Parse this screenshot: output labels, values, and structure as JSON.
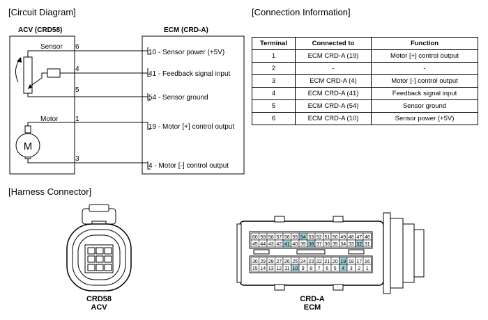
{
  "circuit": {
    "heading": "[Circuit Diagram]",
    "acv_title": "ACV (CRD58)",
    "ecm_title": "ECM (CRD-A)",
    "sensor_label": "Sensor",
    "motor_label": "Motor",
    "motor_symbol": "M",
    "acv_pins": [
      "6",
      "4",
      "5",
      "1",
      "3"
    ],
    "ecm_pins": [
      {
        "num": "10",
        "text": " - Sensor power (+5V)"
      },
      {
        "num": "41",
        "text": " - Feedback signal input"
      },
      {
        "num": "54",
        "text": " - Sensor ground"
      },
      {
        "num": "19",
        "text": " - Motor [+] control output"
      },
      {
        "num": "4",
        "text": " - Motor [-] control output"
      }
    ]
  },
  "connection": {
    "heading": "[Connection Information]",
    "headers": [
      "Terminal",
      "Connected to",
      "Function"
    ],
    "rows": [
      [
        "1",
        "ECM CRD-A (19)",
        "Motor [+] control output"
      ],
      [
        "2",
        "-",
        "-"
      ],
      [
        "3",
        "ECM CRD-A (4)",
        "Motor [-] control output"
      ],
      [
        "4",
        "ECM CRD-A (41)",
        "Feedback signal input"
      ],
      [
        "5",
        "ECM CRD-A (54)",
        "Sensor ground"
      ],
      [
        "6",
        "ECM CRD-A (10)",
        "Sensor power (+5V)"
      ]
    ]
  },
  "harness": {
    "heading": "[Harness Connector]",
    "left_caption_1": "CRD58",
    "left_caption_2": "ACV",
    "right_caption_1": "CRD-A",
    "right_caption_2": "ECM",
    "highlight_color": "#9fd0d4",
    "ecm_row1": [
      "60",
      "59",
      "58",
      "57",
      "56",
      "55",
      "54",
      "53",
      "52",
      "51",
      "50",
      "49",
      "48",
      "47",
      "46"
    ],
    "ecm_row2": [
      "45",
      "44",
      "43",
      "42",
      "41",
      "40",
      "39",
      "38",
      "37",
      "36",
      "35",
      "34",
      "33",
      "32",
      "31"
    ],
    "ecm_row3": [
      "30",
      "29",
      "28",
      "27",
      "26",
      "25",
      "24",
      "23",
      "22",
      "21",
      "20",
      "19",
      "18",
      "17",
      "16"
    ],
    "ecm_row4": [
      "15",
      "14",
      "13",
      "12",
      "11",
      "10",
      "9",
      "8",
      "7",
      "6",
      "5",
      "4",
      "3",
      "2",
      "1"
    ],
    "highlighted": [
      "54",
      "41",
      "38",
      "32",
      "10",
      "19",
      "4"
    ]
  }
}
